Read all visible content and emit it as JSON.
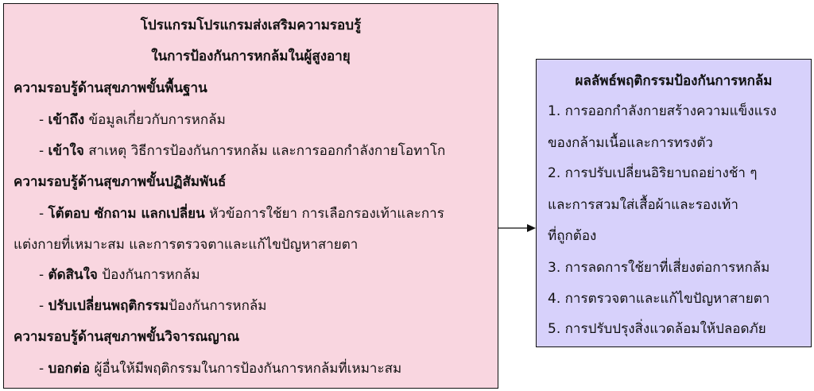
{
  "program": {
    "title_line1": "โปรแกรมโปรแกรมส่งเสริมความรอบรู้",
    "title_line2": "ในการป้องกันการหกล้มในผู้สูงอายุ",
    "level1": {
      "heading": "ความรอบรู้ด้านสุขภาพขั้นพื้นฐาน",
      "items": [
        {
          "bold": "เข้าถึง",
          "text": " ข้อมูลเกี่ยวกับการหกล้ม"
        },
        {
          "bold": "เข้าใจ",
          "text": " สาเหตุ วิธีการป้องกันการหกล้ม และการออกกำลังกายโอทาโก"
        }
      ]
    },
    "level2": {
      "heading": "ความรอบรู้ด้านสุขภาพขั้นปฏิสัมพันธ์",
      "items": [
        {
          "bold": "โต้ตอบ ซักถาม แลกเปลี่ยน",
          "text": " หัวข้อการใช้ยา การเลือกรองเท้าและการ",
          "cont": "แต่งกายที่เหมาะสม และการตรวจตาและแก้ไขปัญหาสายตา"
        },
        {
          "bold": "ตัดสินใจ",
          "text": " ป้องกันการหกล้ม"
        },
        {
          "bold": "ปรับเปลี่ยนพฤติกรรม",
          "text": "ป้องกันการหกล้ม"
        }
      ]
    },
    "level3": {
      "heading": "ความรอบรู้ด้านสุขภาพขั้นวิจารณญาณ",
      "items": [
        {
          "bold": "บอกต่อ",
          "text": " ผู้อื่นให้มีพฤติกรรมในการป้องกันการหกล้มที่เหมาะสม"
        }
      ]
    },
    "dash": "- "
  },
  "outcome": {
    "title": "ผลลัพธ์พฤติกรรมป้องกันการหกล้ม",
    "lines": [
      "1. การออกกำลังกายสร้างความแข็งแรง",
      "ของกล้ามเนื้อและการทรงตัว",
      "2. การปรับเปลี่ยนอิริยาบถอย่างช้า ๆ",
      "และการสวมใส่เสื้อผ้าและรองเท้า",
      "ที่ถูกต้อง",
      "3. การลดการใช้ยาที่เสี่ยงต่อการหกล้ม",
      "4. การตรวจตาและแก้ไขปัญหาสายตา",
      "5. การปรับปรุงสิ่งแวดล้อมให้ปลอดภัย"
    ]
  },
  "colors": {
    "program_bg": "#f9d6e0",
    "outcome_bg": "#d7d1fb"
  }
}
